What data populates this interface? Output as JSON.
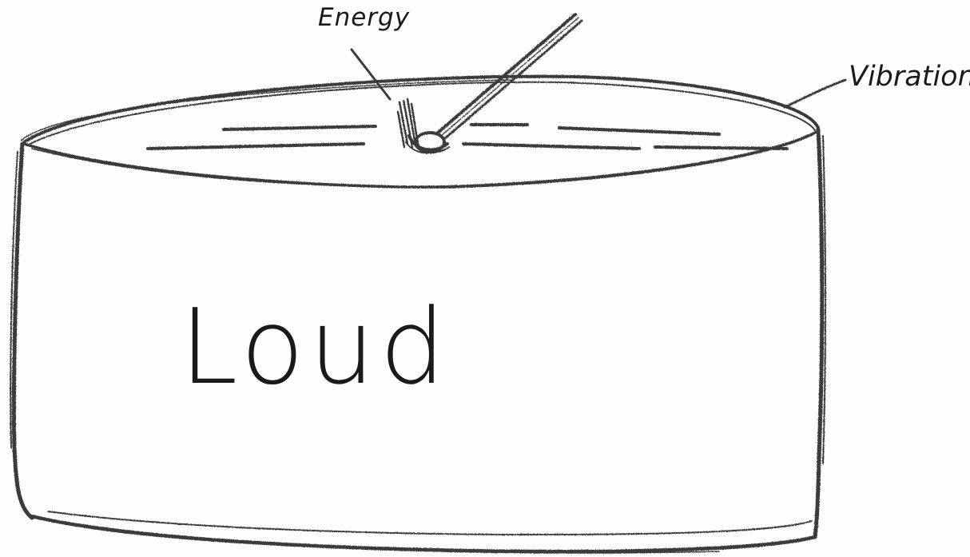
{
  "labels": {
    "energy": "Energy",
    "vibration": "Vibration",
    "drum_text": "Loud"
  },
  "colors": {
    "pencil": "#3a3a3a",
    "paper": "#fdfdfc"
  }
}
